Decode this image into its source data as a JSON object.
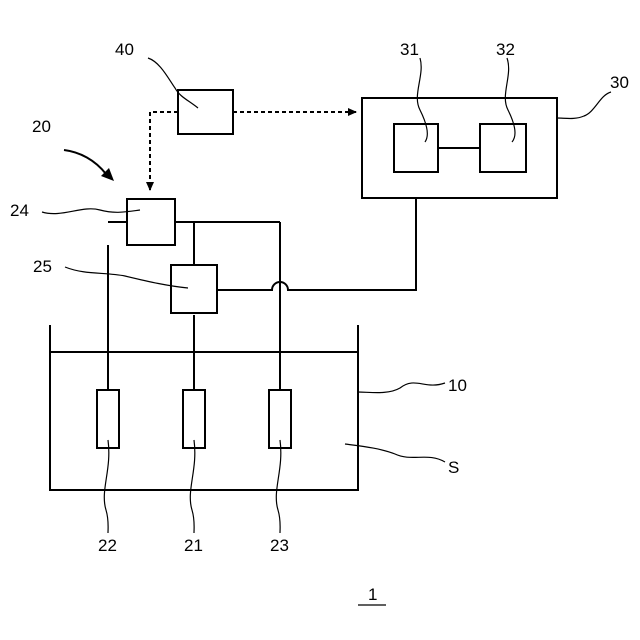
{
  "diagram": {
    "labels": {
      "device": "1",
      "tank": "10",
      "sensor_unit": "20",
      "working_electrode": "21",
      "counter_electrode": "22",
      "reference_electrode": "23",
      "potentiostat": "24",
      "ammeter": "25",
      "controller": "30",
      "processor": "31",
      "memory": "32",
      "input_device": "40",
      "solution": "S"
    }
  }
}
